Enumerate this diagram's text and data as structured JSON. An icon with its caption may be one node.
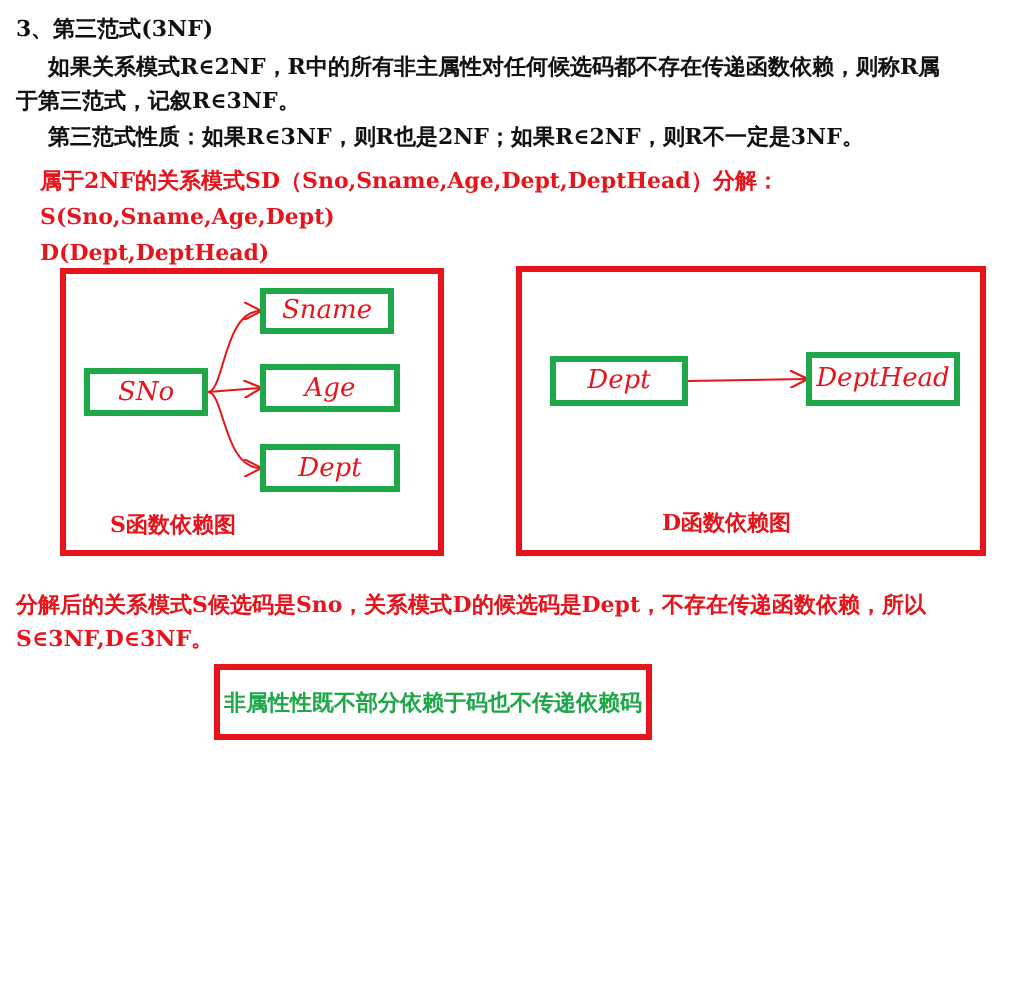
{
  "diagram": {
    "title": "3、第三范式(3NF)",
    "nodes": [
      {
        "text": [
          "S函数依赖图"
        ]
      },
      {
        "text": [
          "SNo"
        ],
        "in": 0
      },
      {
        "text": [
          "Sname"
        ],
        "in": 0
      },
      {
        "text": [
          "Age"
        ],
        "in": 0
      },
      {
        "text": [
          "Dept"
        ],
        "in": 0
      },
      {
        "text": [
          "D函数依赖图"
        ]
      },
      {
        "text": [
          "Dept"
        ],
        "in": 5
      },
      {
        "text": [
          "DeptHead"
        ],
        "in": 5
      },
      {
        "text": [
          "非属性性既不部分依赖于码也不传递依赖码"
        ]
      }
    ],
    "edges": [
      {
        "from": 1,
        "to": 2,
        "arrow": "to"
      },
      {
        "from": 1,
        "to": 3,
        "arrow": "to"
      },
      {
        "from": 1,
        "to": 4,
        "arrow": "to"
      },
      {
        "from": 6,
        "to": 7,
        "arrow": "to"
      }
    ],
    "labels": [
      "如果关系模式R∈2NF，R中的所有非主属性对任何候选码都不存在传递函数依赖，则称R属于第三范式，记叙R∈3NF。",
      "第三范式性质：如果R∈3NF，则R也是2NF；如果R∈2NF，则R不一定是3NF。",
      "属于2NF的关系模式SD（Sno,Sname,Age,Dept,DeptHead）分解：",
      "S(Sno,Sname,Age,Dept)",
      "D(Dept,DeptHead)",
      "分解后的关系模式S候选码是Sno，关系模式D的候选码是Dept，不存在传递函数依赖，所以S∈3NF,D∈3NF。"
    ]
  }
}
